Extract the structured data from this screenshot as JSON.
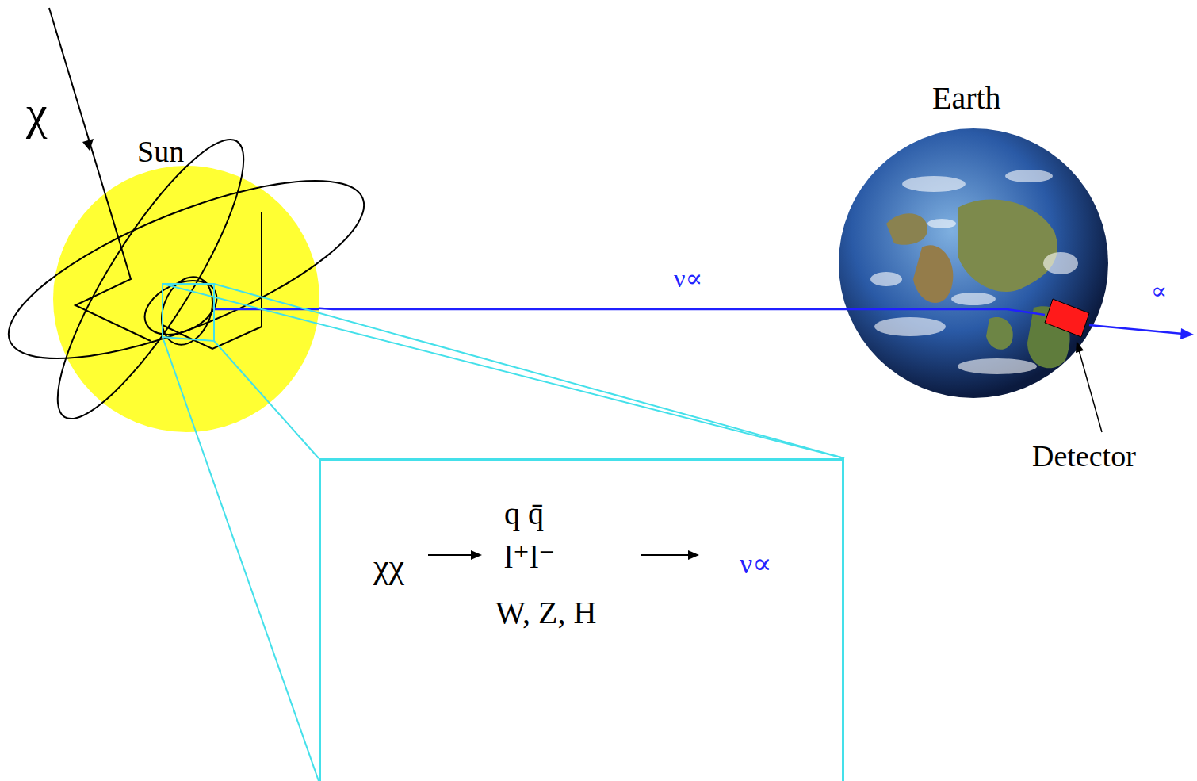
{
  "diagram": {
    "nodes": [
      {
        "text": [
          "Sun"
        ]
      },
      {
        "text": [
          "Earth"
        ]
      },
      {
        "text": [
          "Detector"
        ],
        "in": 1
      },
      {
        "text": [
          "χχ",
          "q q̄",
          "l⁺l⁻",
          "W, Z, H",
          "ν∝"
        ]
      }
    ],
    "edges": [
      {
        "from": 0,
        "to": 2,
        "arrow": "none",
        "label": "ν∝"
      }
    ],
    "labels": [
      "χ",
      "∝"
    ]
  }
}
